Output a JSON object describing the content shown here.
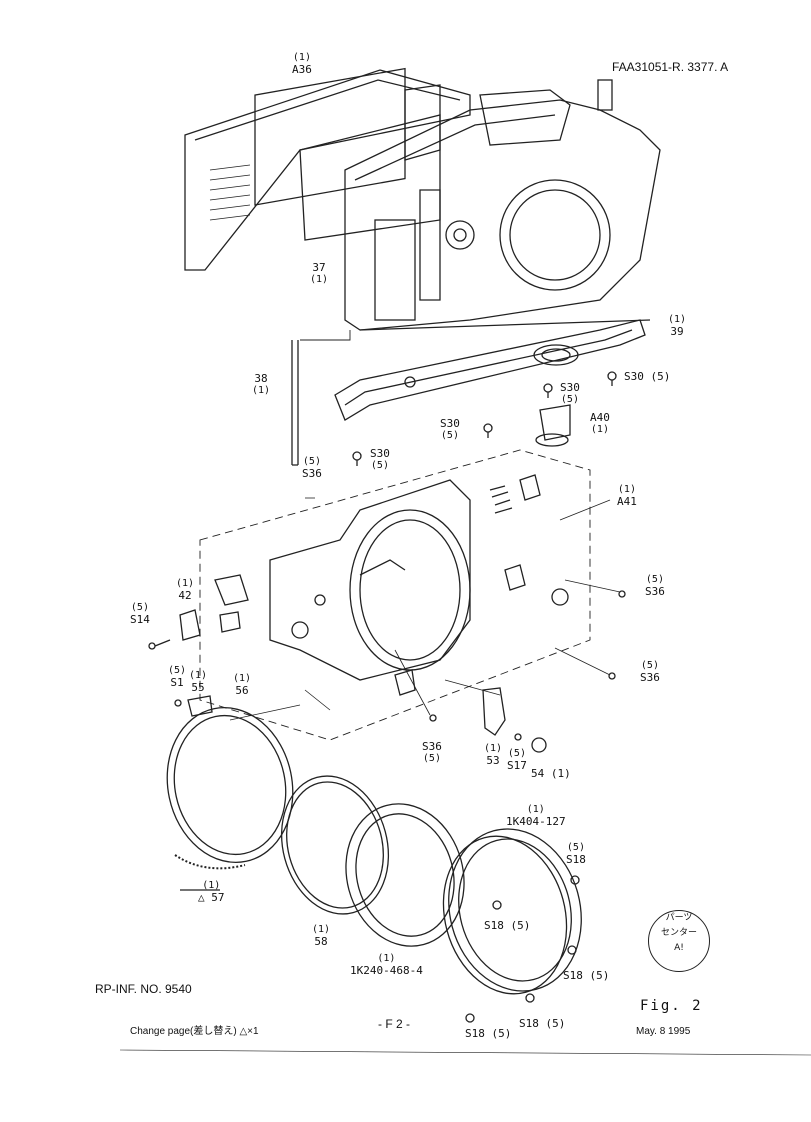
{
  "header": {
    "doc_code": "FAA31051-R. 3377. A"
  },
  "parts": [
    {
      "id": "a36",
      "name": "A36",
      "qty": "(1)"
    },
    {
      "id": "p37",
      "name": "37",
      "qty": "(1)"
    },
    {
      "id": "p38",
      "name": "38",
      "qty": "(1)"
    },
    {
      "id": "p39",
      "name": "39",
      "qty": "(1)"
    },
    {
      "id": "s30a",
      "name": "S30",
      "qty": "(5)"
    },
    {
      "id": "s30b",
      "name": "S30 (5)",
      "qty": ""
    },
    {
      "id": "s30c",
      "name": "S30",
      "qty": "(5)"
    },
    {
      "id": "s30d",
      "name": "S30",
      "qty": "(5)"
    },
    {
      "id": "a40",
      "name": "A40",
      "qty": "(1)"
    },
    {
      "id": "a41",
      "name": "A41",
      "qty": "(1)"
    },
    {
      "id": "s36a",
      "name": "S36",
      "qty": "(5)"
    },
    {
      "id": "s36b",
      "name": "S36",
      "qty": "(5)"
    },
    {
      "id": "s36c",
      "name": "S36",
      "qty": "(5)"
    },
    {
      "id": "s36d",
      "name": "S36",
      "qty": "(5)"
    },
    {
      "id": "p42",
      "name": "42",
      "qty": "(1)"
    },
    {
      "id": "s14",
      "name": "S14",
      "qty": "(5)"
    },
    {
      "id": "s1",
      "name": "S1",
      "qty": "(5)"
    },
    {
      "id": "p55",
      "name": "55",
      "qty": "(1)"
    },
    {
      "id": "p56",
      "name": "56",
      "qty": "(1)"
    },
    {
      "id": "p53",
      "name": "53",
      "qty": "(1)"
    },
    {
      "id": "s17",
      "name": "S17",
      "qty": "(5)"
    },
    {
      "id": "p54",
      "name": "54 (1)",
      "qty": ""
    },
    {
      "id": "p57",
      "name": "△ 57",
      "qty": "(1)"
    },
    {
      "id": "p58",
      "name": "58",
      "qty": "(1)"
    },
    {
      "id": "k240",
      "name": "1K240-468-4",
      "qty": "(1)"
    },
    {
      "id": "k404",
      "name": "1K404-127",
      "qty": "(1)"
    },
    {
      "id": "s18a",
      "name": "S18",
      "qty": "(5)"
    },
    {
      "id": "s18b",
      "name": "S18 (5)",
      "qty": ""
    },
    {
      "id": "s18c",
      "name": "S18 (5)",
      "qty": ""
    },
    {
      "id": "s18d",
      "name": "S18 (5)",
      "qty": ""
    },
    {
      "id": "s18e",
      "name": "S18 (5)",
      "qty": ""
    }
  ],
  "footer": {
    "rp_inf": "RP-INF. NO. 9540",
    "change_page": "Change page(差し替え) △×1",
    "page_no": "- F 2 -",
    "fig": "Fig. 2",
    "date": "May. 8 1995"
  },
  "stamp": {
    "line1": "パーツ",
    "line2": "センター",
    "line3": "A!"
  }
}
